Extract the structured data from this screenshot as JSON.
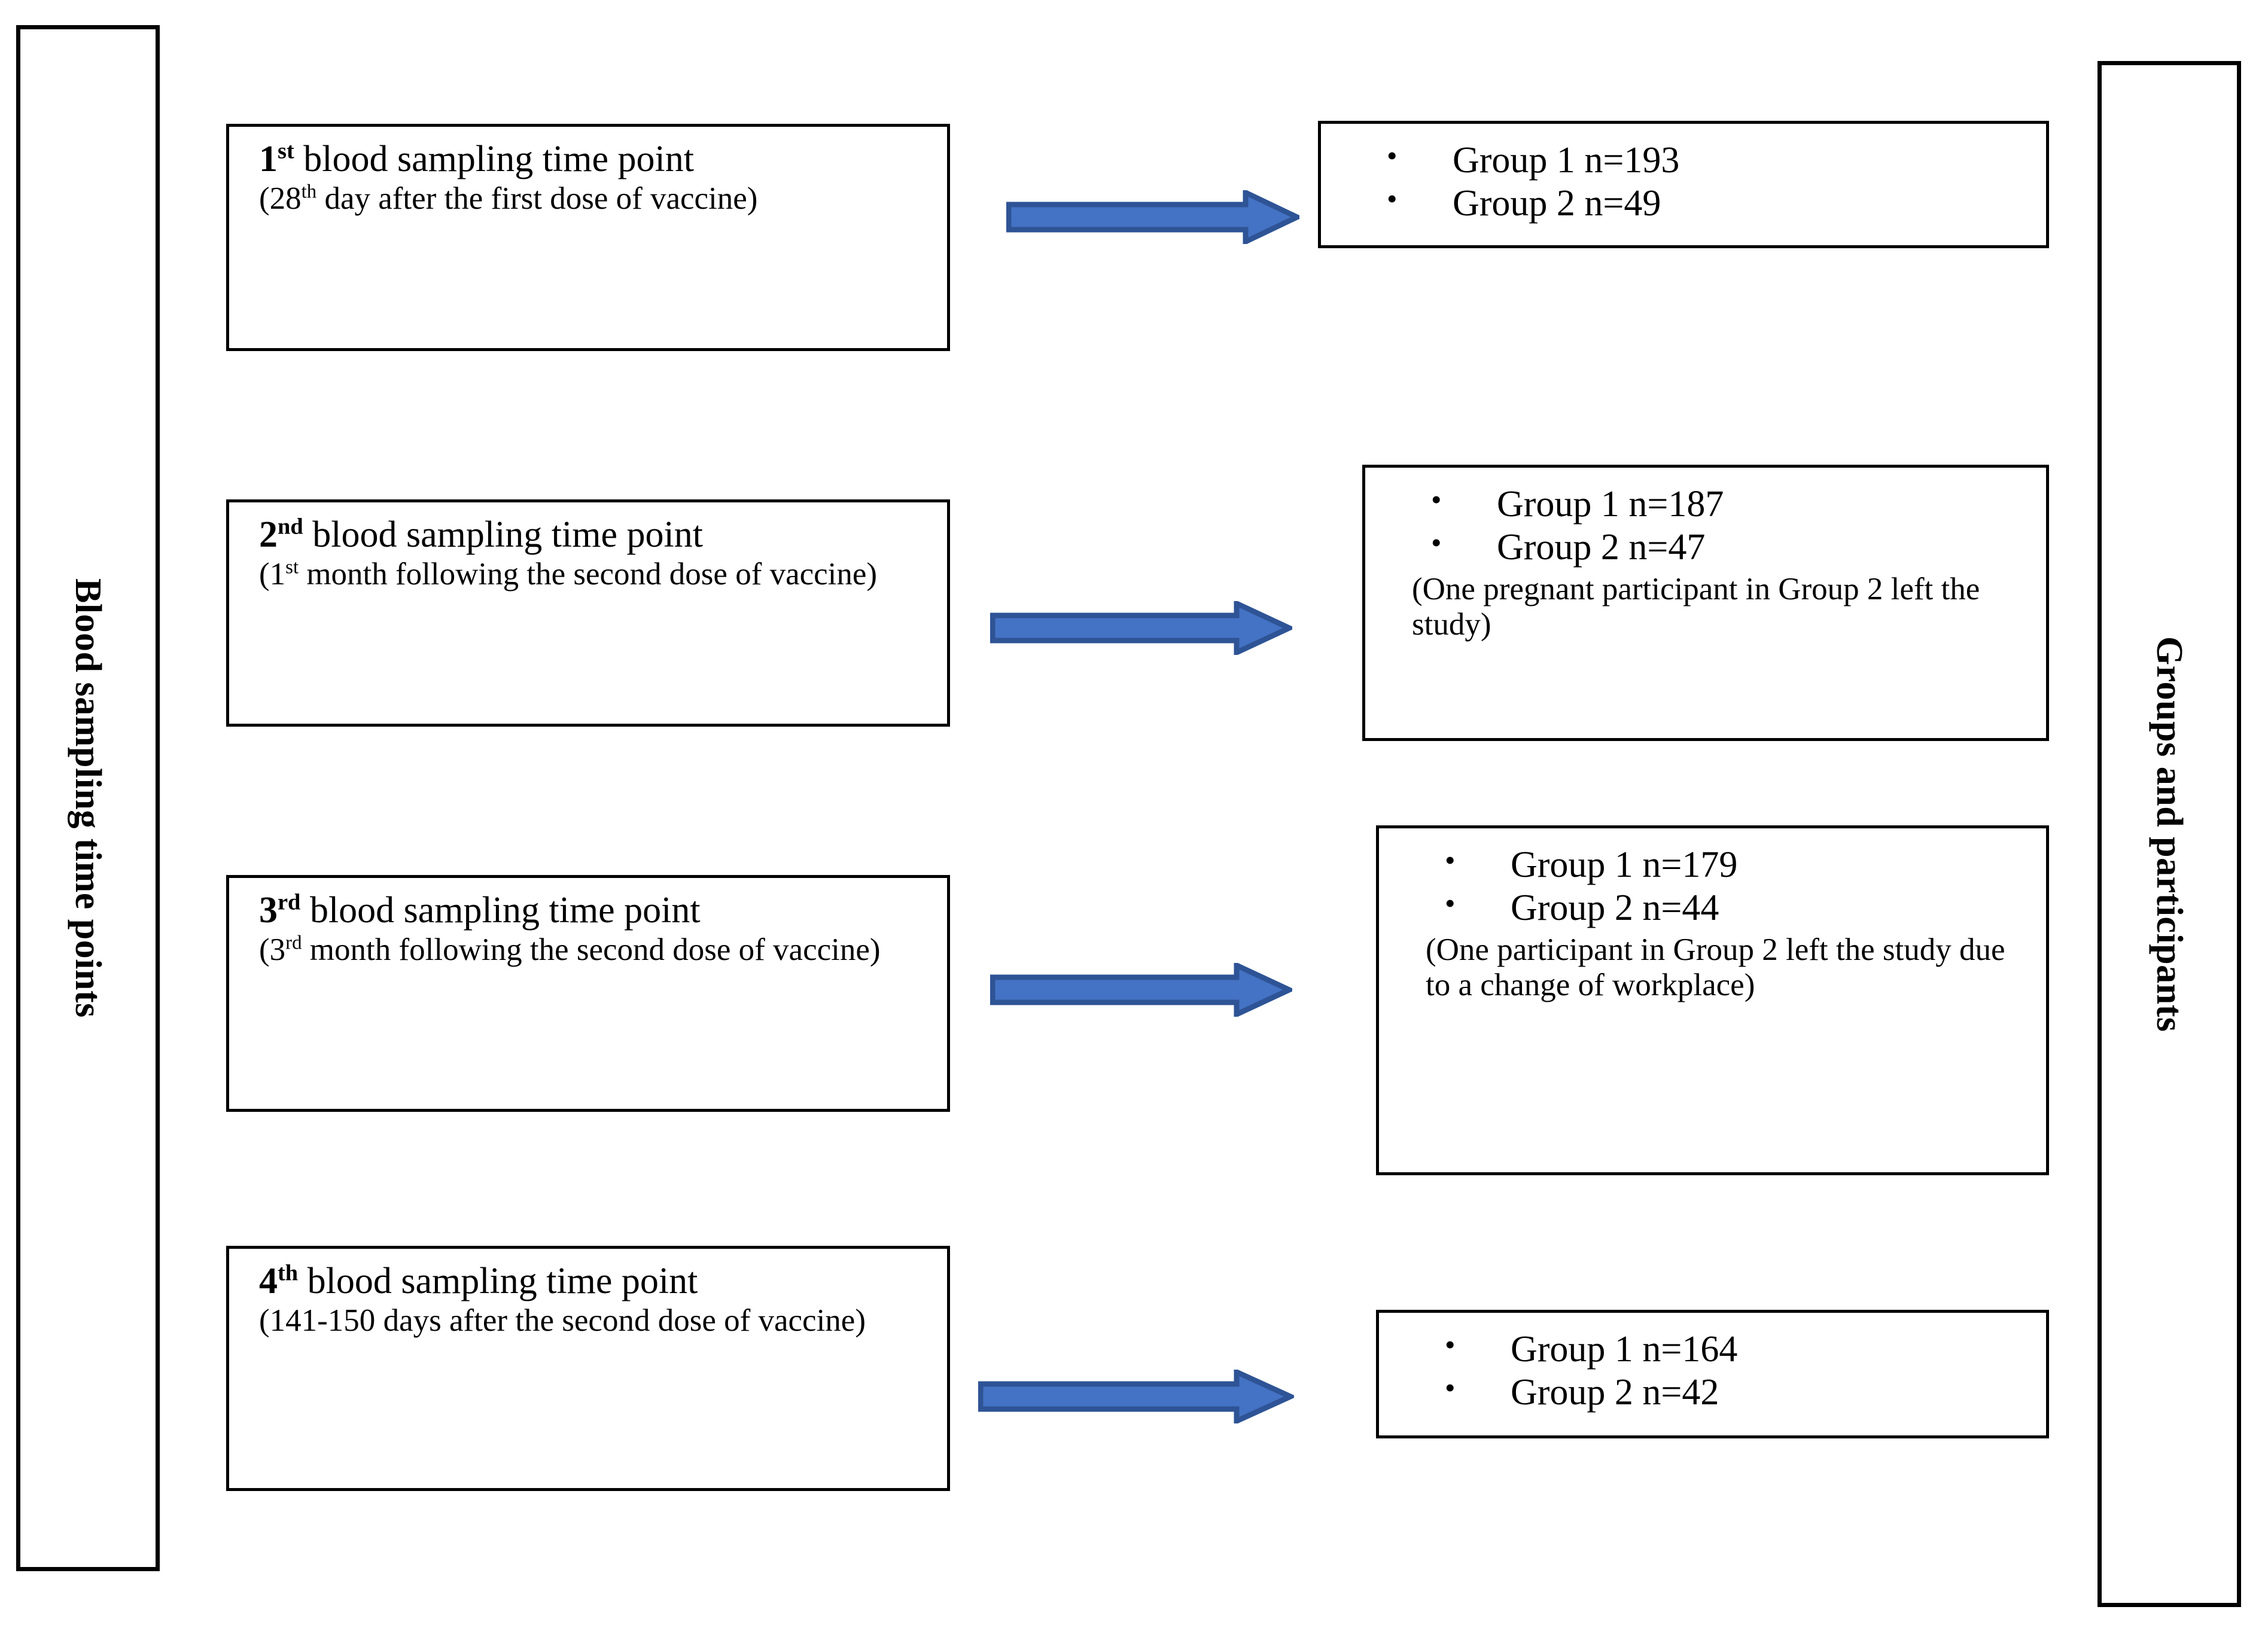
{
  "side_labels": {
    "left": "Blood sampling time points",
    "right": "Groups and participants"
  },
  "colors": {
    "arrow_fill": "#4472C4",
    "arrow_stroke": "#2E5496",
    "box_border": "#000000",
    "page_background": "#FFFFFF",
    "text": "#000000"
  },
  "arrow_icon_name": "right-block-arrow",
  "rows": [
    {
      "timepoint": {
        "ordinal_number": "1",
        "ordinal_suffix": "st",
        "title_rest": " blood sampling time point",
        "subtitle_pre": "(28",
        "subtitle_sup": "th",
        "subtitle_post": " day after the first dose of vaccine)"
      },
      "participants": {
        "items": [
          "Group 1 n=193",
          "Group 2 n=49"
        ],
        "note": ""
      }
    },
    {
      "timepoint": {
        "ordinal_number": "2",
        "ordinal_suffix": "nd",
        "title_rest": " blood sampling time point",
        "subtitle_pre": "(1",
        "subtitle_sup": "st",
        "subtitle_post": " month following the second dose of vaccine)"
      },
      "participants": {
        "items": [
          "Group 1 n=187",
          "Group 2 n=47"
        ],
        "note": "(One pregnant participant in Group 2 left the study)"
      }
    },
    {
      "timepoint": {
        "ordinal_number": "3",
        "ordinal_suffix": "rd",
        "title_rest": " blood sampling time point",
        "subtitle_pre": "(3",
        "subtitle_sup": "rd",
        "subtitle_post": " month following the second dose of vaccine)"
      },
      "participants": {
        "items": [
          "Group 1 n=179",
          "Group 2 n=44"
        ],
        "note": "(One participant in Group 2 left the study due to a change of workplace)"
      }
    },
    {
      "timepoint": {
        "ordinal_number": "4",
        "ordinal_suffix": "th",
        "title_rest": " blood sampling time point",
        "subtitle_pre": "(141-150",
        "subtitle_sup": "",
        "subtitle_post": " days after the second dose of vaccine)"
      },
      "participants": {
        "items": [
          "Group 1 n=164",
          "Group 2 n=42"
        ],
        "note": ""
      }
    }
  ]
}
